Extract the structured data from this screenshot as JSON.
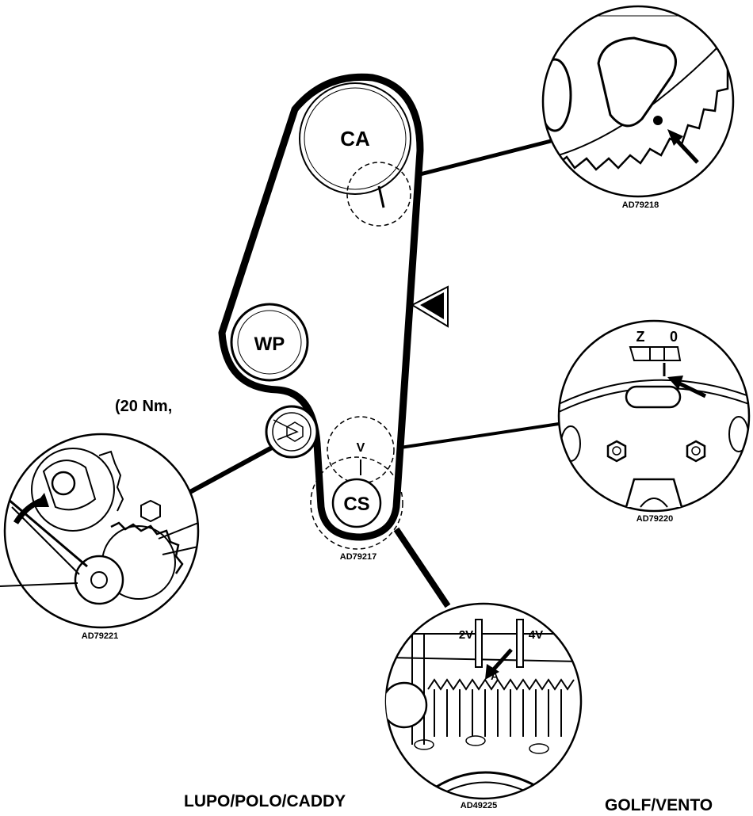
{
  "pulleys": {
    "camshaft": "CA",
    "water_pump": "WP",
    "crankshaft": "CS"
  },
  "torque_note": "(20 Nm,",
  "crank_mark_letter": "V",
  "details": {
    "camshaft_detail_code": "AD79218",
    "flywheel_detail_code": "AD79220",
    "flywheel_mark_z": "Z",
    "flywheel_mark_zero": "0",
    "main_diagram_code": "AD79217",
    "tensioner_detail_code": "AD79221",
    "crank_gear_detail_code": "AD49225",
    "crank_gear_label_2v": "2V",
    "crank_gear_label_4v": "4V",
    "crank_gear_label_a": "A"
  },
  "models": {
    "left": "LUPO/POLO/CADDY",
    "right": "GOLF/VENTO"
  }
}
